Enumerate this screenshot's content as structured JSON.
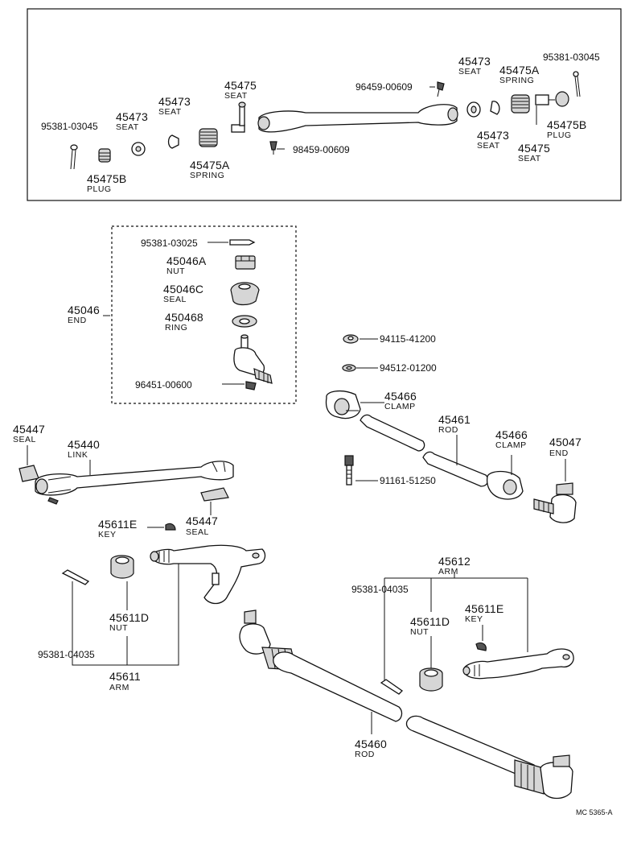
{
  "labels": {
    "top_cotter_left": "95381-03045",
    "top_seat_left": "45473",
    "top_seat_left_sub": "SEAT",
    "top_seat2": "45473",
    "top_seat2_sub": "SEAT",
    "top_seat3": "45475",
    "top_seat3_sub": "SEAT",
    "top_plug_left": "45475B",
    "top_plug_left_sub": "PLUG",
    "top_spring_left": "45475A",
    "top_spring_left_sub": "SPRING",
    "top_fitting_top": "96459-00609",
    "top_fitting_bottom": "98459-00609",
    "top_seat_r1": "45473",
    "top_seat_r1_sub": "SEAT",
    "top_spring_right": "45475A",
    "top_spring_right_sub": "SPRING",
    "top_cotter_right": "95381-03045",
    "top_seat_r2": "45473",
    "top_seat_r2_sub": "SEAT",
    "top_seat_r3": "45475",
    "top_seat_r3_sub": "SEAT",
    "top_plug_right": "45475B",
    "top_plug_right_sub": "PLUG",
    "end_cotter": "95381-03025",
    "end_nut": "45046A",
    "end_nut_sub": "NUT",
    "end_seal": "45046C",
    "end_seal_sub": "SEAL",
    "end_ring": "450468",
    "end_ring_sub": "RING",
    "end_assy": "45046",
    "end_assy_sub": "END",
    "end_fitting": "96451-00600",
    "nut_94115": "94115-41200",
    "washer_94512": "94512-01200",
    "clamp_left": "45466",
    "clamp_left_sub": "CLAMP",
    "rod_45461": "45461",
    "rod_45461_sub": "ROD",
    "clamp_right": "45466",
    "clamp_right_sub": "CLAMP",
    "end_45047": "45047",
    "end_45047_sub": "END",
    "bolt_91161": "91161-51250",
    "seal_top_left": "45447",
    "seal_top_left_sub": "SEAL",
    "link": "45440",
    "link_sub": "LINK",
    "key_left": "45611E",
    "key_left_sub": "KEY",
    "seal_lower": "45447",
    "seal_lower_sub": "SEAL",
    "nut_left": "45611D",
    "nut_left_sub": "NUT",
    "cotter_left": "95381-04035",
    "arm_left": "45611",
    "arm_left_sub": "ARM",
    "arm_right": "45612",
    "arm_right_sub": "ARM",
    "cotter_right": "95381-04035",
    "nut_right": "45611D",
    "nut_right_sub": "NUT",
    "key_right": "45611E",
    "key_right_sub": "KEY",
    "rod_45460": "45460",
    "rod_45460_sub": "ROD",
    "figure_code": "MC  5365-A"
  }
}
